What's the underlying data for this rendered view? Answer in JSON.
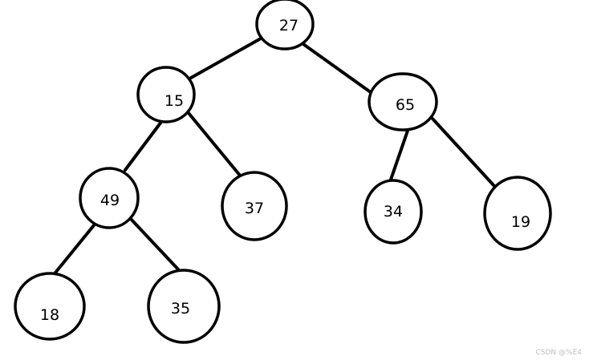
{
  "diagram": {
    "nodes": [
      {
        "id": "n27",
        "label": "27"
      },
      {
        "id": "n15",
        "label": "15"
      },
      {
        "id": "n65",
        "label": "65"
      },
      {
        "id": "n49",
        "label": "49"
      },
      {
        "id": "n37",
        "label": "37"
      },
      {
        "id": "n34",
        "label": "34"
      },
      {
        "id": "n19",
        "label": "19"
      },
      {
        "id": "n18",
        "label": "18"
      },
      {
        "id": "n35",
        "label": "35"
      }
    ],
    "edges": [
      {
        "from": "n27",
        "to": "n15"
      },
      {
        "from": "n27",
        "to": "n65"
      },
      {
        "from": "n15",
        "to": "n49"
      },
      {
        "from": "n15",
        "to": "n37"
      },
      {
        "from": "n65",
        "to": "n34"
      },
      {
        "from": "n65",
        "to": "n19"
      },
      {
        "from": "n49",
        "to": "n18"
      },
      {
        "from": "n49",
        "to": "n35"
      }
    ]
  },
  "watermark": "CSDN @%E4"
}
